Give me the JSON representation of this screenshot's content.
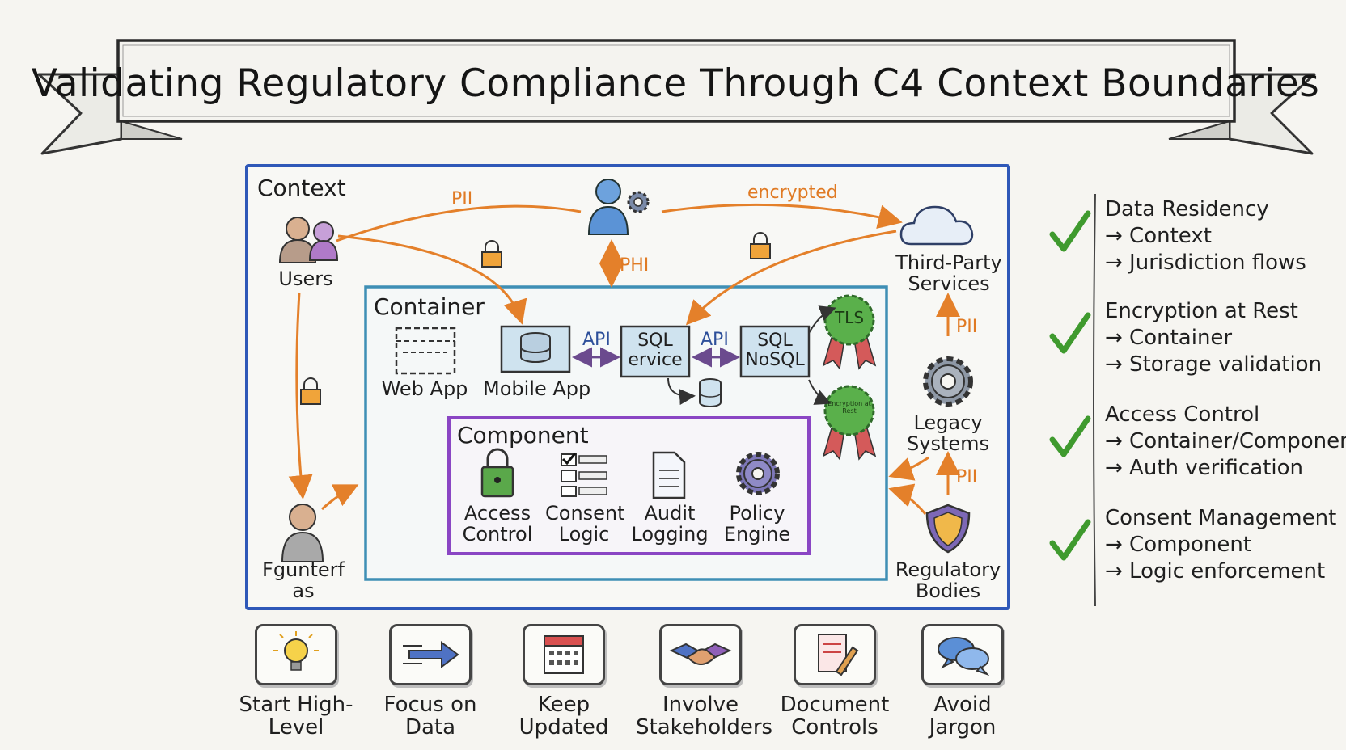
{
  "title": "Validating Regulatory Compliance Through C4 Context Boundaries",
  "boundaries": {
    "context": "Context",
    "container": "Container",
    "component": "Component"
  },
  "nodes": {
    "users": "Users",
    "third_party": "Third-Party Services",
    "legacy": "Legacy Systems",
    "regulatory": "Regulatory Bodies",
    "bottom_person": "Fgunterf as",
    "web_app": "Web App",
    "mobile_app": "Mobile App",
    "sql_service": "SQL ervice",
    "sql_nosql": "SQL NoSQL",
    "tls_badge": "TLS",
    "encryption_badge": "Encryption at Rest"
  },
  "flows": {
    "pii_top": "PII",
    "encrypted": "encrypted",
    "phi": "PHI",
    "api_1": "API",
    "api_2": "API",
    "pii_right_top": "PII",
    "pii_right_bottom": "PII"
  },
  "components": [
    {
      "label": "Access Control",
      "icon": "padlock-icon"
    },
    {
      "label": "Consent Logic",
      "icon": "checklist-icon"
    },
    {
      "label": "Audit Logging",
      "icon": "document-icon"
    },
    {
      "label": "Policy Engine",
      "icon": "gear-icon"
    }
  ],
  "checklist": [
    {
      "title": "Data Residency",
      "lines": [
        "→ Context",
        "→ Jurisdiction flows"
      ]
    },
    {
      "title": "Encryption at Rest",
      "lines": [
        "→ Container",
        "→ Storage validation"
      ]
    },
    {
      "title": "Access Control",
      "lines": [
        "→ Container/Component",
        "→ Auth verification"
      ]
    },
    {
      "title": "Consent Management",
      "lines": [
        "→ Component",
        "→ Logic enforcement"
      ]
    }
  ],
  "tips": [
    {
      "label": "Start High-Level",
      "icon": "lightbulb-icon"
    },
    {
      "label": "Focus on Data",
      "icon": "arrow-right-icon"
    },
    {
      "label": "Keep Updated",
      "icon": "calendar-icon"
    },
    {
      "label": "Involve Stakeholders",
      "icon": "handshake-icon"
    },
    {
      "label": "Document Controls",
      "icon": "document-pen-icon"
    },
    {
      "label": "Avoid Jargon",
      "icon": "speech-bubbles-icon"
    }
  ],
  "colors": {
    "context_border": "#2f58b8",
    "container_border": "#3f8fb5",
    "component_border": "#8a46c4",
    "flow_orange": "#e4802a",
    "api_purple": "#6b4a8e",
    "check_green": "#3f9a2e"
  }
}
